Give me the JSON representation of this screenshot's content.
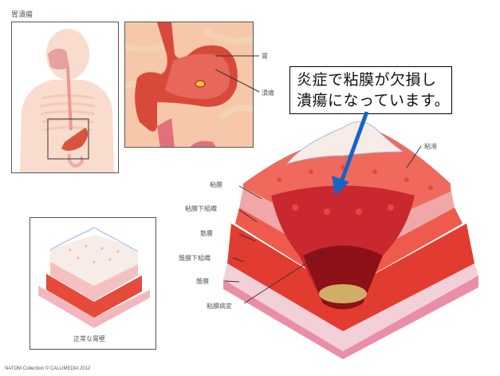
{
  "title": "胃潰瘍",
  "panels": {
    "body_overview": {
      "description": "human torso with digestive tract, stomach region boxed"
    },
    "stomach_closeup": {
      "labels": [
        "胃",
        "潰瘍"
      ]
    },
    "normal_wall": {
      "caption": "正常な胃壁"
    },
    "ulcer_cross_section": {
      "labels": {
        "mucus": "粘液",
        "mucosa": "粘膜",
        "submucosa": "粘膜下組織",
        "muscle_layer": "筋層",
        "subserosa": "漿膜下組織",
        "serosa": "漿膜",
        "mucosal_lesion": "粘膜病変"
      }
    }
  },
  "callout": {
    "line1": "炎症で粘膜が欠損し",
    "line2": "潰瘍になっています。"
  },
  "colors": {
    "arrow": "#1565c8",
    "tissue_red": "#e8413a",
    "skin": "#f8d8c8"
  },
  "footer": "NATOM Collection © CALLIMEDIA 2012"
}
